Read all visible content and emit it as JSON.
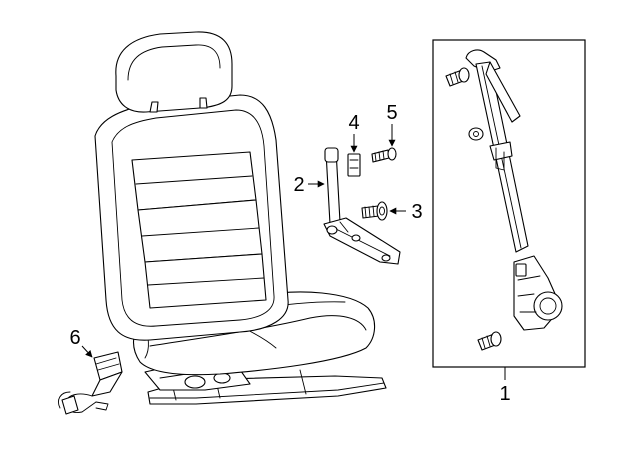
{
  "callouts": {
    "belt_assembly": "1",
    "guide_bracket": "2",
    "anchor_bolt": "3",
    "clip": "4",
    "screw": "5",
    "buckle": "6"
  },
  "colors": {
    "line": "#000000",
    "background": "#ffffff"
  },
  "icons": {
    "arrowhead": "filled-triangle-arrow"
  }
}
